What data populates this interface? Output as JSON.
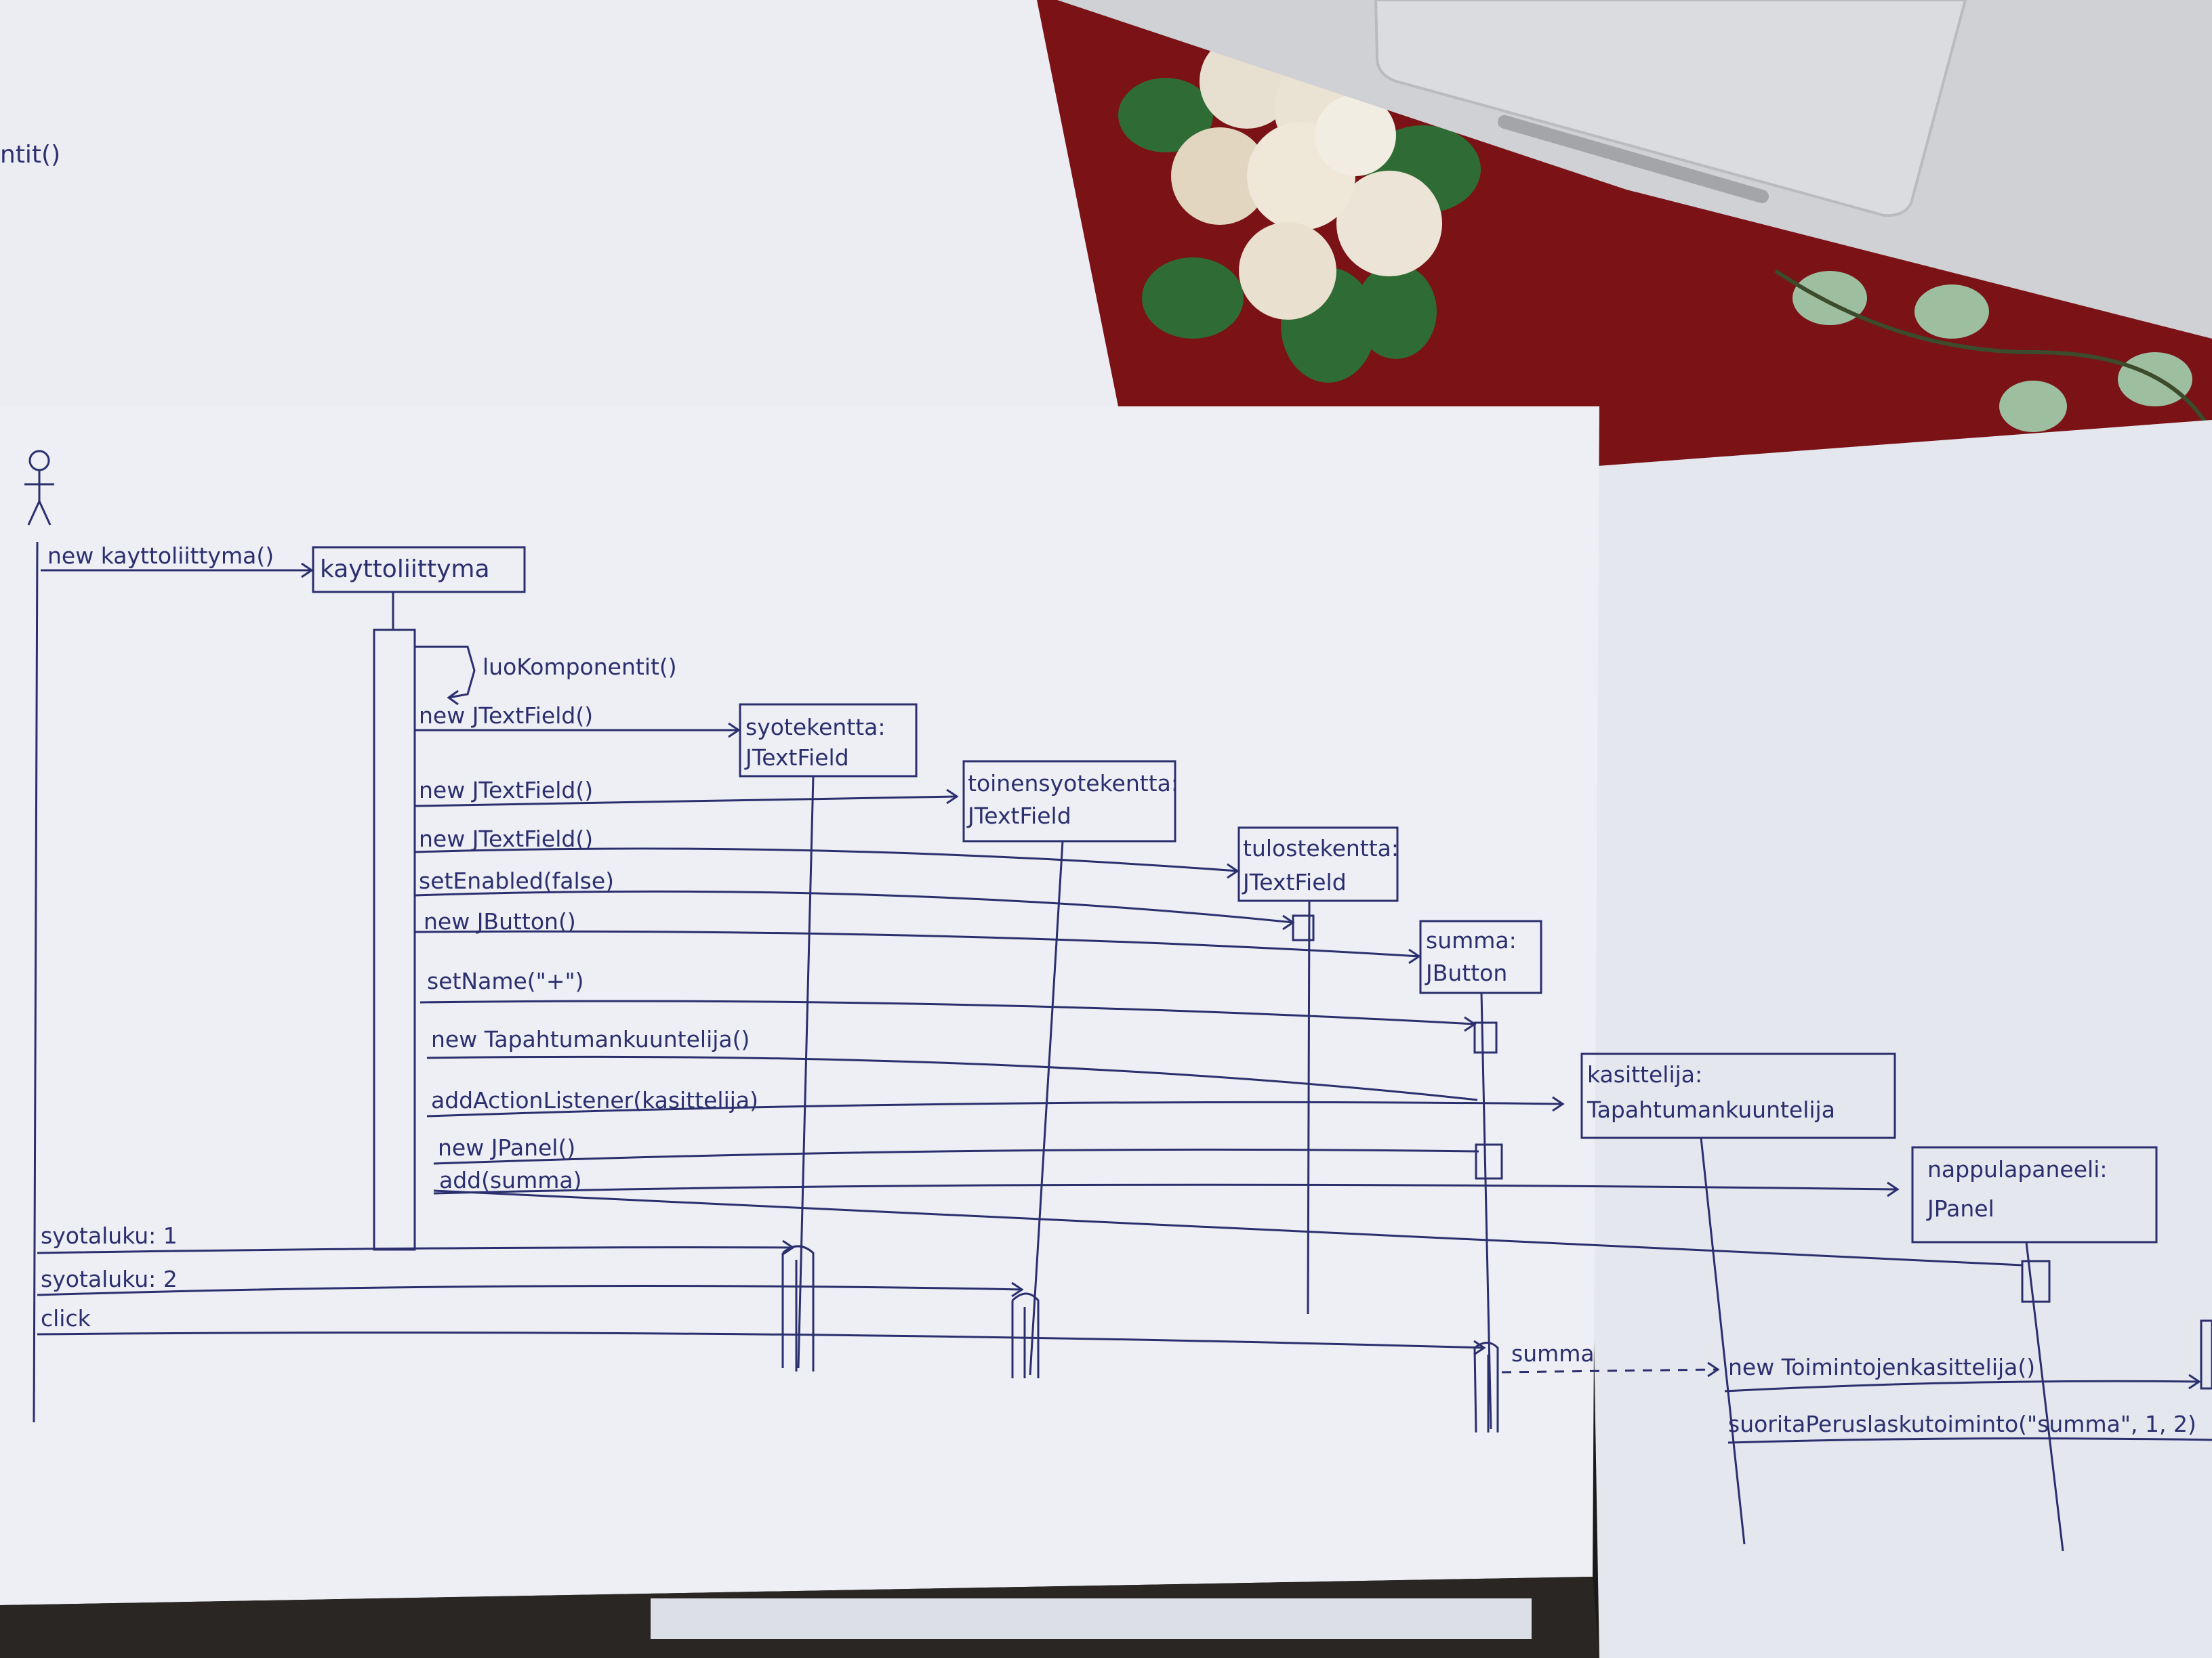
{
  "colors": {
    "ink": "#2b2f6e",
    "paper": "#eef0f5",
    "tablecloth": "#7a1216",
    "laptop": "#cfd1d4"
  },
  "top_sheet": {
    "fragment": "ntit()"
  },
  "actor": {
    "icon": "stick-figure-icon"
  },
  "lifelines": [
    {
      "id": "kayttoliittyma",
      "label_lines": [
        "kayttoliittyma"
      ]
    },
    {
      "id": "syotekentta",
      "label_lines": [
        "syotekentta:",
        "JTextField"
      ]
    },
    {
      "id": "toinensyotekentta",
      "label_lines": [
        "toinensyotekentta:",
        "JTextField"
      ]
    },
    {
      "id": "tulostekentta",
      "label_lines": [
        "tulostekentta:",
        "JTextField"
      ]
    },
    {
      "id": "summa",
      "label_lines": [
        "summa:",
        "JButton"
      ]
    },
    {
      "id": "kasittelija",
      "label_lines": [
        "kasittelija:",
        "Tapahtumankuuntelija"
      ]
    },
    {
      "id": "nappulapaneeli",
      "label_lines": [
        "nappulapaneeli:",
        "JPanel"
      ]
    }
  ],
  "messages": [
    {
      "label": "new kayttoliittyma()"
    },
    {
      "label": "luoKomponentit()"
    },
    {
      "label": "new JTextField()"
    },
    {
      "label": "new JTextField()"
    },
    {
      "label": "new JTextField()"
    },
    {
      "label": "setEnabled(false)"
    },
    {
      "label": "new JButton()"
    },
    {
      "label": "setName(\"+\")"
    },
    {
      "label": "new Tapahtumankuuntelija()"
    },
    {
      "label": "addActionListener(kasittelija)"
    },
    {
      "label": "new JPanel()"
    },
    {
      "label": "add(summa)"
    },
    {
      "label": "syotaluku: 1"
    },
    {
      "label": "syotaluku: 2"
    },
    {
      "label": "click"
    },
    {
      "label": "summa"
    },
    {
      "label": "new Toimintojenkasittelija()"
    },
    {
      "label": "suoritaPeruslaskutoiminto(\"summa\", 1, 2)"
    }
  ]
}
